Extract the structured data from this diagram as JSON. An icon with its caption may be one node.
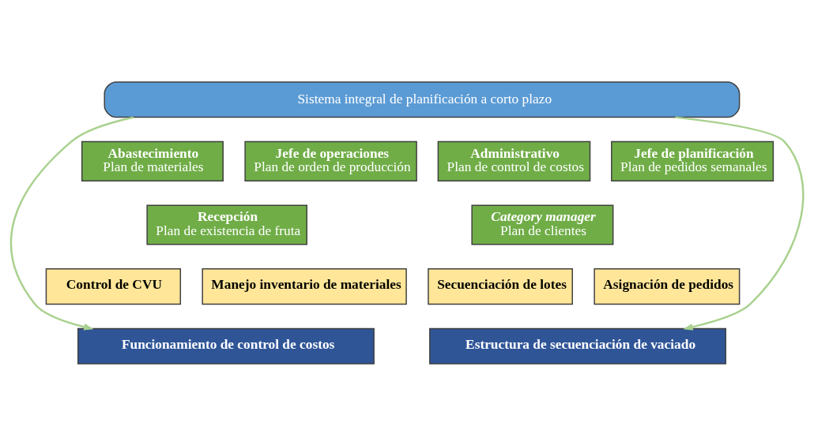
{
  "diagram": {
    "nodes": [
      {
        "text": [
          "Sistema integral de planificación a corto plazo"
        ]
      },
      {
        "text": [
          "Abastecimiento",
          "Plan de materiales"
        ]
      },
      {
        "text": [
          "Recepción",
          "Plan de existencia de fruta"
        ]
      },
      {
        "text": [
          "Jefe de operaciones",
          "Plan de orden de producción"
        ]
      },
      {
        "text": [
          "Administrativo",
          "Plan de control de costos"
        ]
      },
      {
        "text": [
          "Category manager",
          "Plan de clientes"
        ]
      },
      {
        "text": [
          "Jefe de planificación",
          "Plan de pedidos semanales"
        ]
      },
      {
        "text": [
          "Control de CVU"
        ]
      },
      {
        "text": [
          "Manejo inventario de materiales"
        ]
      },
      {
        "text": [
          "Secuenciación de lotes"
        ]
      },
      {
        "text": [
          "Asignación de pedidos"
        ]
      },
      {
        "text": [
          "Funcionamiento de control de costos"
        ]
      },
      {
        "text": [
          "Estructura de secuenciación de vaciado"
        ]
      }
    ],
    "edges": [
      {
        "from": 0,
        "to": 11,
        "arrow": "to"
      },
      {
        "from": 0,
        "to": 12,
        "arrow": "to"
      }
    ]
  }
}
